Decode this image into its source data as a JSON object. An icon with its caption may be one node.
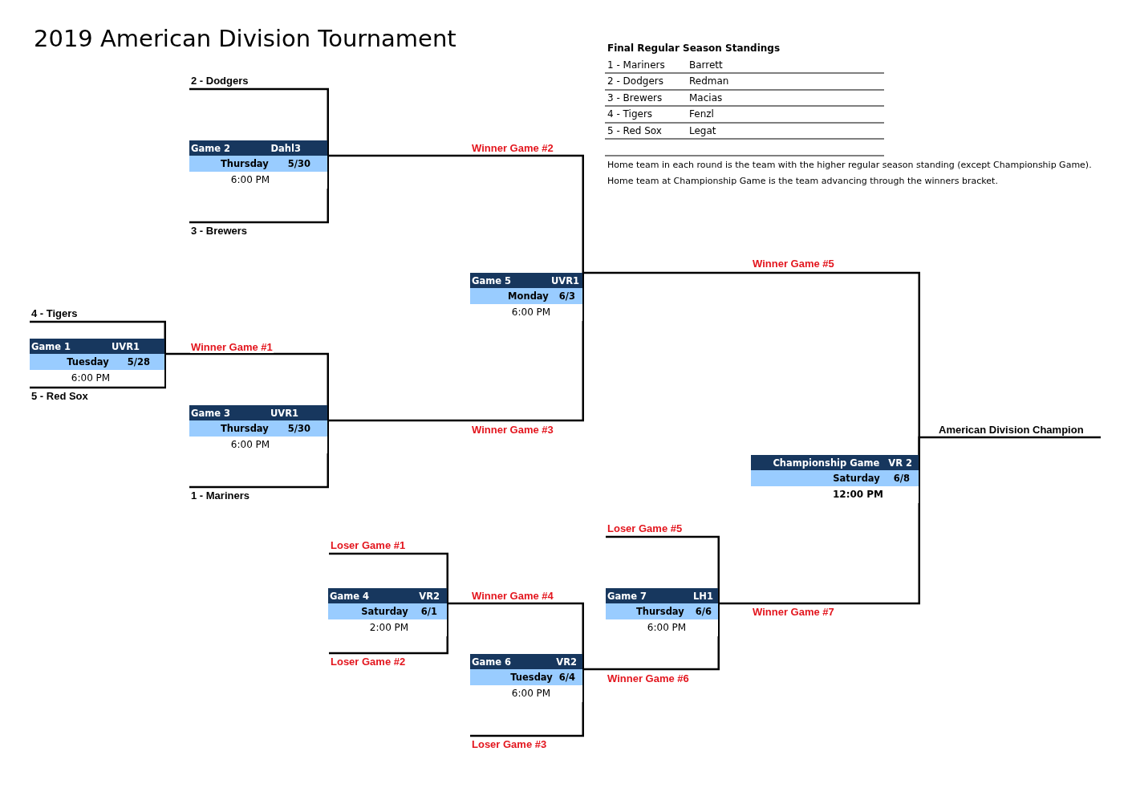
{
  "diagram": {
    "title": "2019 American Division Tournament",
    "nodes": [
      {
        "text": [
          "2 - Dodgers"
        ]
      },
      {
        "text": [
          "Game 2",
          "Dahl3",
          "Thursday",
          "5/30",
          "6:00 PM"
        ]
      },
      {
        "text": [
          "3 - Brewers"
        ]
      },
      {
        "text": [
          "4 - Tigers"
        ]
      },
      {
        "text": [
          "Game 1",
          "UVR1",
          "Tuesday",
          "5/28",
          "6:00 PM"
        ]
      },
      {
        "text": [
          "5 - Red Sox"
        ]
      },
      {
        "text": [
          "Game 3",
          "UVR1",
          "Thursday",
          "5/30",
          "6:00 PM"
        ]
      },
      {
        "text": [
          "1 - Mariners"
        ]
      },
      {
        "text": [
          "Game 5",
          "UVR1",
          "Monday",
          "6/3",
          "6:00 PM"
        ]
      },
      {
        "text": [
          "Championship Game",
          "VR 2",
          "Saturday",
          "6/8",
          "12:00 PM"
        ]
      },
      {
        "text": [
          "Loser Game #1"
        ]
      },
      {
        "text": [
          "Game 4",
          "VR2",
          "Saturday",
          "6/1",
          "2:00 PM"
        ]
      },
      {
        "text": [
          "Loser Game #2"
        ]
      },
      {
        "text": [
          "Game 6",
          "VR2",
          "Tuesday",
          "6/4",
          "6:00 PM"
        ]
      },
      {
        "text": [
          "Loser Game #3"
        ]
      },
      {
        "text": [
          "Loser Game #5"
        ]
      },
      {
        "text": [
          "Game 7",
          "LH1",
          "Thursday",
          "6/6",
          "6:00 PM"
        ]
      }
    ],
    "edges": [
      {
        "from": 0,
        "to": 1,
        "arrow": "none"
      },
      {
        "from": 2,
        "to": 1,
        "arrow": "none"
      },
      {
        "from": 3,
        "to": 4,
        "arrow": "none"
      },
      {
        "from": 5,
        "to": 4,
        "arrow": "none"
      },
      {
        "from": 4,
        "to": 6,
        "arrow": "none",
        "label": "Winner Game #1"
      },
      {
        "from": 7,
        "to": 6,
        "arrow": "none"
      },
      {
        "from": 1,
        "to": 8,
        "arrow": "none",
        "label": "Winner Game #2"
      },
      {
        "from": 6,
        "to": 8,
        "arrow": "none",
        "label": "Winner Game #3"
      },
      {
        "from": 8,
        "to": 9,
        "arrow": "none",
        "label": "Winner Game #5"
      },
      {
        "from": 10,
        "to": 11,
        "arrow": "none"
      },
      {
        "from": 12,
        "to": 11,
        "arrow": "none"
      },
      {
        "from": 11,
        "to": 13,
        "arrow": "none",
        "label": "Winner Game #4"
      },
      {
        "from": 14,
        "to": 13,
        "arrow": "none"
      },
      {
        "from": 13,
        "to": 16,
        "arrow": "none",
        "label": "Winner Game #6"
      },
      {
        "from": 15,
        "to": 16,
        "arrow": "none"
      },
      {
        "from": 16,
        "to": 9,
        "arrow": "none",
        "label": "Winner Game #7"
      },
      {
        "from": 9,
        "to": null,
        "arrow": "none",
        "label": "American Division Champion"
      }
    ],
    "labels": [
      "Final Regular Season Standings",
      "1 - Mariners",
      "Barrett",
      "2 - Dodgers",
      "Redman",
      "3 - Brewers",
      "Macias",
      "4 - Tigers",
      "Fenzl",
      "5 - Red Sox",
      "Legat",
      "Home team in each round is the team with the higher regular season standing (except Championship Game).",
      "Home team at Championship Game is the team advancing through the winners bracket."
    ]
  }
}
